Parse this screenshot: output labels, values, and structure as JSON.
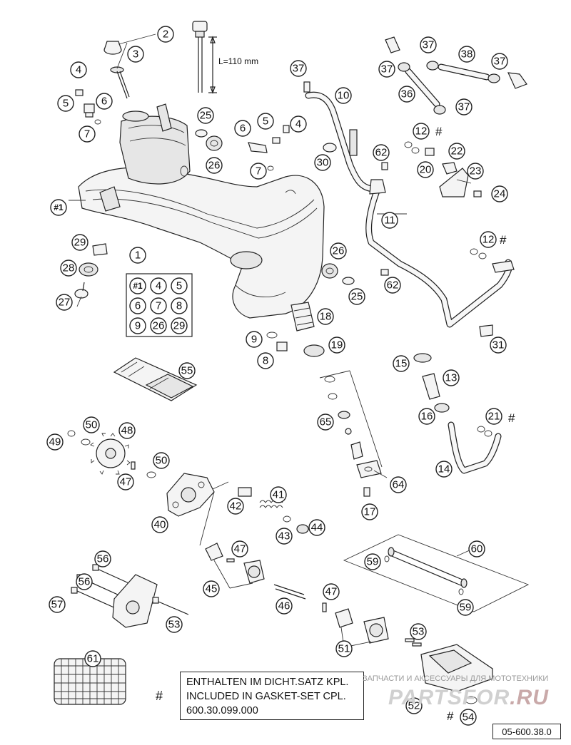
{
  "callouts": {
    "c1": "1",
    "c2": "2",
    "c3": "3",
    "c4a": "4",
    "c5a": "5",
    "c6a": "6",
    "c7a": "7",
    "c25a": "25",
    "c26a": "26",
    "c6b": "6",
    "c5b": "5",
    "c4b": "4",
    "c7b": "7",
    "c37a": "37",
    "c10": "10",
    "c30": "30",
    "c62a": "62",
    "c11": "11",
    "c37b": "37",
    "c38": "38",
    "c37c": "37",
    "c37d": "37",
    "c36": "36",
    "c37e": "37",
    "c12a": "12",
    "c22": "22",
    "c20": "20",
    "c23": "23",
    "c24": "24",
    "c12b": "12",
    "c31": "31",
    "c29": "29",
    "c28": "28",
    "c27": "27",
    "c26b": "26",
    "c25b": "25",
    "c62b": "62",
    "c18": "18",
    "c9": "9",
    "c8": "8",
    "c19": "19",
    "c55": "55",
    "c15": "15",
    "c13": "13",
    "c16": "16",
    "c21": "21",
    "c14": "14",
    "c65": "65",
    "c64": "64",
    "c17": "17",
    "c49": "49",
    "c50a": "50",
    "c48": "48",
    "c50b": "50",
    "c47a": "47",
    "c40": "40",
    "c42": "42",
    "c41": "41",
    "c43": "43",
    "c44": "44",
    "c47b": "47",
    "c45": "45",
    "c47c": "47",
    "c46": "46",
    "c60": "60",
    "c59a": "59",
    "c59b": "59",
    "c56a": "56",
    "c56b": "56",
    "c57": "57",
    "c53a": "53",
    "c53b": "53",
    "c51": "51",
    "c52": "52",
    "c54": "54",
    "c61": "61",
    "tank": "#1"
  },
  "kit": {
    "title": "1",
    "items": [
      "#1",
      "4",
      "5",
      "6",
      "7",
      "8",
      "9",
      "26",
      "29"
    ]
  },
  "hash_marks": {
    "h12a": "#",
    "h12b": "#",
    "h21": "#",
    "h54": "#"
  },
  "dimension": {
    "label": "L=110 mm"
  },
  "note": {
    "hash": "#",
    "line1": "ENTHALTEN IM DICHT.SATZ KPL.",
    "line2": "INCLUDED IN GASKET-SET CPL.",
    "line3": "600.30.099.000"
  },
  "drawing_code": "05-600.38.0",
  "watermark": {
    "text": "ЗАПЧАСТИ И АКСЕССУАРЫ ДЛЯ МОТОТЕХНИКИ",
    "brand": "PARTSFOR",
    "brand_suffix": ".RU"
  }
}
